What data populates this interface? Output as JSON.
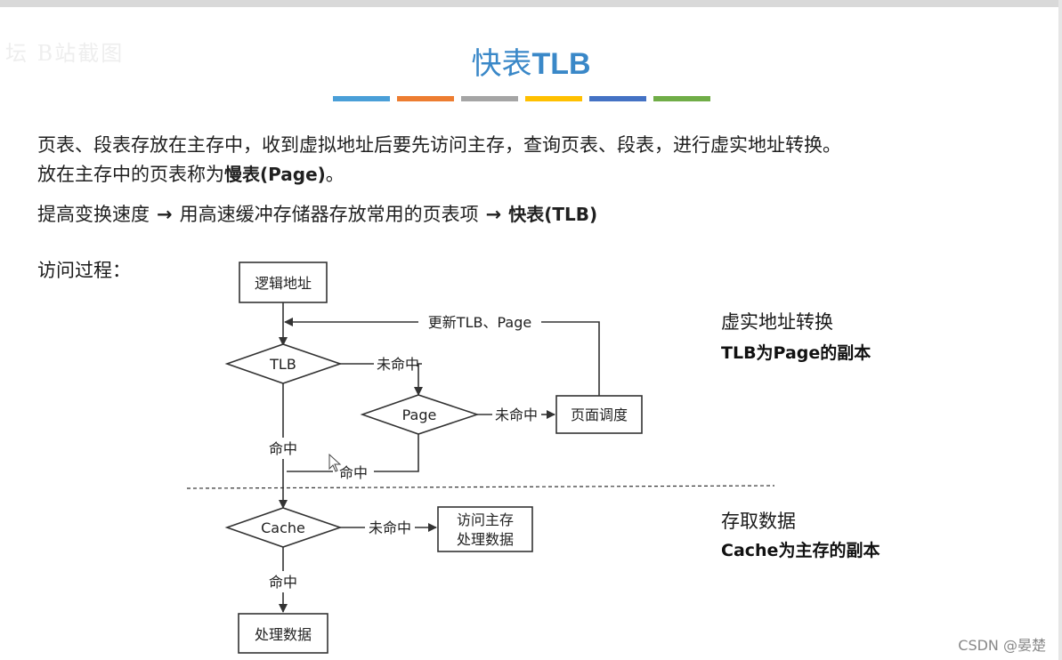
{
  "watermark_top_left": "坛 B站截图",
  "title": {
    "cn": "快表",
    "en": "TLB"
  },
  "stripe_colors": [
    "#4a9fd8",
    "#ed7d31",
    "#a5a5a5",
    "#ffc000",
    "#4472c4",
    "#70ad47"
  ],
  "paragraph1_line1": "页表、段表存放在主存中，收到虚拟地址后要先访问主存，查询页表、段表，进行虚实地址转换。",
  "paragraph1_line2_prefix": "放在主存中的页表称为",
  "paragraph1_line2_bold": "慢表(Page)",
  "paragraph1_line2_suffix": "。",
  "paragraph2": {
    "part1": "提高变换速度",
    "arrow": "→",
    "part2": "用高速缓冲存储器存放常用的页表项",
    "bold": "快表(TLB)"
  },
  "access_label": "访问过程：",
  "diagram": {
    "logic_addr": "逻辑地址",
    "update": "更新TLB、Page",
    "tlb": "TLB",
    "miss1": "未命中",
    "page": "Page",
    "miss2": "未命中",
    "page_sched": "页面调度",
    "hit1": "命中",
    "hit2": "命中",
    "cache": "Cache",
    "miss3": "未命中",
    "access_mem_line1": "访问主存",
    "access_mem_line2": "处理数据",
    "hit3": "命中",
    "process": "处理数据"
  },
  "side": {
    "top_heading": "虚实地址转换",
    "top_sub": "TLB为Page的副本",
    "bottom_heading": "存取数据",
    "bottom_sub": "Cache为主存的副本"
  },
  "footer": "CSDN @晏楚"
}
